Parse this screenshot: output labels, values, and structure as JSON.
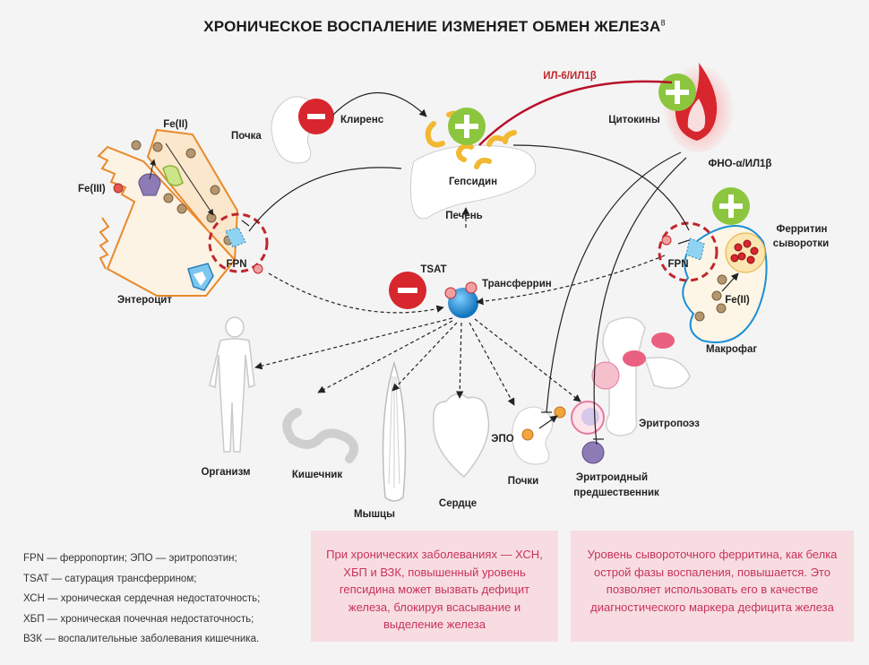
{
  "title": "ХРОНИЧЕСКОЕ ВОСПАЛЕНИЕ ИЗМЕНЯЕТ ОБМЕН ЖЕЛЕЗА",
  "title_ref": "8",
  "labels": {
    "fe2_top": "Fe(II)",
    "fe3": "Fe(III)",
    "fpn_left": "FPN",
    "enterocyte": "Энтероцит",
    "kidney_top": "Почка",
    "clearance": "Клиренс",
    "hepcidin": "Гепсидин",
    "liver": "Печень",
    "il6": "ИЛ-6/ИЛ1β",
    "cytokines": "Цитокины",
    "tnf": "ФНО-α/ИЛ1β",
    "ferritin_line1": "Ферритин",
    "ferritin_line2": "сыворотки",
    "fpn_right": "FPN",
    "fe2_macro": "Fe(II)",
    "macrophage": "Макрофаг",
    "tsat": "TSAT",
    "transferrin": "Трансферрин",
    "organism": "Организм",
    "intestine": "Кишечник",
    "muscles": "Мышцы",
    "heart": "Сердце",
    "epo": "ЭПО",
    "kidneys": "Почки",
    "erythropoiesis": "Эритропоэз",
    "precursor_line1": "Эритроидный",
    "precursor_line2": "предшественник"
  },
  "legend": [
    "FPN — ферропортин; ЭПО — эритропоэтин;",
    "TSAT — сатурация трансферрином;",
    "ХСН — хроническая сердечная недостаточность;",
    "ХБП — хроническая почечная недостаточность;",
    "ВЗК — воспалительные заболевания кишечника."
  ],
  "note_left": "При хронических заболеваниях — ХСН, ХБП и ВЗК, повышенный уровень гепсидина может вызвать дефицит железа, блокируя всасывание и выделение железа",
  "note_right": "Уровень сывороточного ферритина, как белка острой фазы воспаления, повышается. Это позволяет использовать его в качестве диагностического маркера дефицита железа",
  "colors": {
    "plus": "#8cc63f",
    "minus": "#d7262e",
    "inflammation_line": "#b8102a",
    "note_bg": "#f7dde2",
    "note_text": "#c8325a",
    "fpn_ring": "#c0272d",
    "enterocyte": "#e8892c",
    "transferrin": "#1b8fd6",
    "iron": "#a58a5e"
  }
}
